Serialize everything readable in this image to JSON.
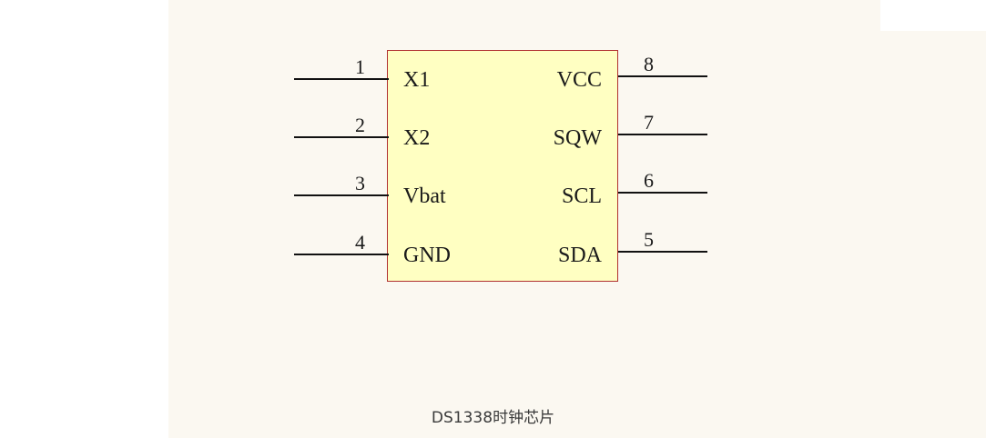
{
  "diagram": {
    "caption": "DS1338时钟芯片",
    "chip": {
      "fill_color": "#ffffc2",
      "border_color": "#b03030",
      "left_pins": [
        {
          "number": "1",
          "label": "X1"
        },
        {
          "number": "2",
          "label": "X2"
        },
        {
          "number": "3",
          "label": "Vbat"
        },
        {
          "number": "4",
          "label": "GND"
        }
      ],
      "right_pins": [
        {
          "number": "8",
          "label": "VCC"
        },
        {
          "number": "7",
          "label": "SQW"
        },
        {
          "number": "6",
          "label": "SCL"
        },
        {
          "number": "5",
          "label": "SDA"
        }
      ]
    }
  }
}
